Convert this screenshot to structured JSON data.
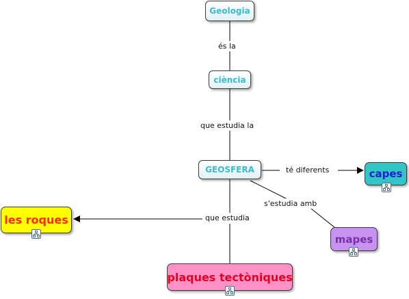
{
  "concepts": {
    "geologia": "Geologia",
    "ciencia": "ciència",
    "geosfera": "GEOSFERA",
    "capes": "capes",
    "les_roques": "les roques",
    "mapes": "mapes",
    "plaques": "plaques tectòniques"
  },
  "linking_phrases": {
    "es_la": "és la",
    "que_estudia_la": "que estudia la",
    "te_diferents": "té diferents",
    "sestudia_amb": "s'estudia amb",
    "que_estudia": "que estudia"
  },
  "colors": {
    "light_text": "#36bcd0",
    "capes_fill": "#33c5c5",
    "capes_text": "#1f1fd0",
    "roques_fill": "#ffff00",
    "roques_text": "#ff2a00",
    "mapes_fill": "#c693f1",
    "mapes_text": "#7c2fa6",
    "plaques_fill": "#ff91c7",
    "plaques_text": "#e8001e"
  },
  "icons": {
    "submap": "submap-icon"
  }
}
